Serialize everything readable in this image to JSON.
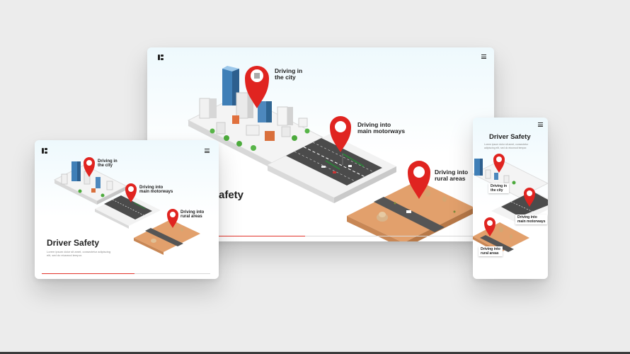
{
  "brand": {
    "logo_icon": "logo-mark-icon",
    "menu_icon": "hamburger-menu-icon",
    "accent": "#e2342b"
  },
  "desktop": {
    "label_city": {
      "line1": "Driving in",
      "line2": "the city"
    },
    "label_motorways": {
      "line1": "Driving into",
      "line2": "main motorways"
    },
    "label_rural": {
      "line1": "Driving into",
      "line2": "rural areas"
    },
    "title_fragment": "afety",
    "progress": 0.45
  },
  "tablet": {
    "label_city": {
      "line1": "Driving in",
      "line2": "the city"
    },
    "label_motorways": {
      "line1": "Driving into",
      "line2": "main motorways"
    },
    "label_rural": {
      "line1": "Driving into",
      "line2": "rural areas"
    },
    "title": "Driver Safety",
    "body": "Lorem ipsum dolor sit amet, consectetur adipiscing elit, sed do eiusmod tempor.",
    "progress": 0.55
  },
  "phone": {
    "title": "Driver Safety",
    "body": "Lorem ipsum dolor sit amet, consectetur adipiscing elit, sed do eiusmod tempor.",
    "label_city": {
      "line1": "Driving in",
      "line2": "the city"
    },
    "label_motorways": {
      "line1": "Driving into",
      "line2": "main motorways"
    },
    "label_rural": {
      "line1": "Driving into",
      "line2": "rural areas"
    }
  }
}
